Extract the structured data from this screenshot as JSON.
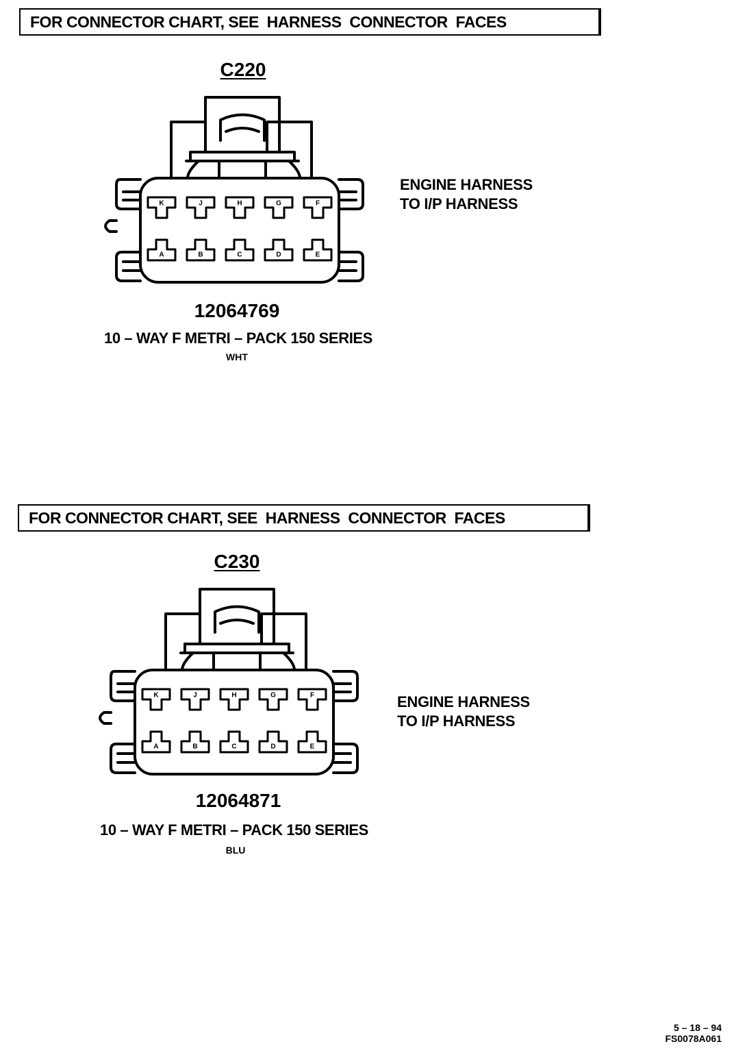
{
  "connectors": [
    {
      "banner": "FOR CONNECTOR CHART, SEE  HARNESS  CONNECTOR  FACES",
      "id": "C220",
      "top_pins": [
        "K",
        "J",
        "H",
        "G",
        "F"
      ],
      "bottom_pins": [
        "A",
        "B",
        "C",
        "D",
        "E"
      ],
      "note_line1": "ENGINE HARNESS",
      "note_line2": "TO I/P HARNESS",
      "part_number": "12064769",
      "description": "10 – WAY F METRI – PACK 150 SERIES",
      "color": "WHT"
    },
    {
      "banner": "FOR CONNECTOR CHART, SEE  HARNESS  CONNECTOR  FACES",
      "id": "C230",
      "top_pins": [
        "K",
        "J",
        "H",
        "G",
        "F"
      ],
      "bottom_pins": [
        "A",
        "B",
        "C",
        "D",
        "E"
      ],
      "note_line1": "ENGINE HARNESS",
      "note_line2": "TO I/P HARNESS",
      "part_number": "12064871",
      "description": "10 – WAY F METRI – PACK 150 SERIES",
      "color": "BLU"
    }
  ],
  "footer": {
    "date": "5 – 18 – 94",
    "code": "FS0078A061"
  }
}
